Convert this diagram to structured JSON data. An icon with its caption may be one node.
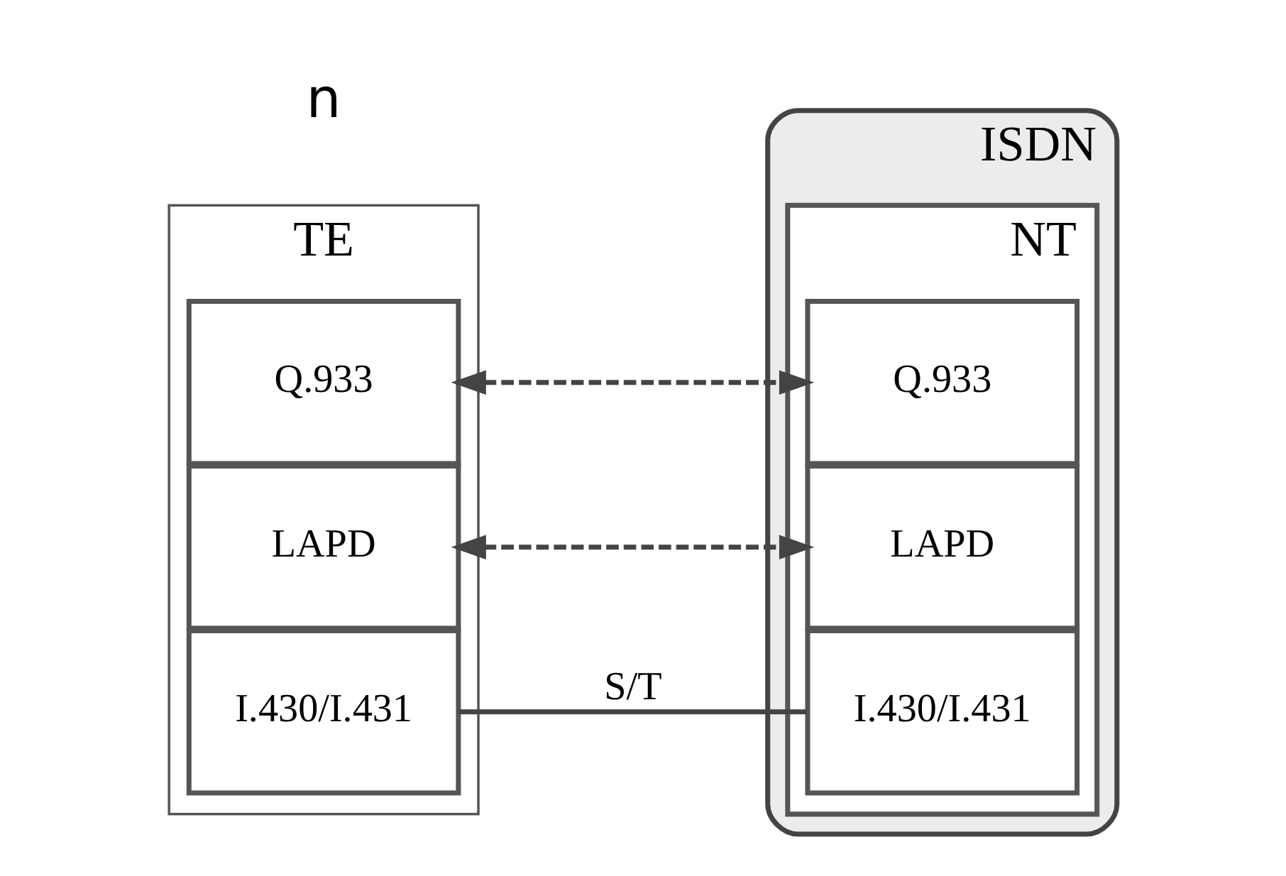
{
  "diagram": {
    "nodes": [
      {
        "text": [
          "TE"
        ]
      },
      {
        "text": [
          "Q.933"
        ],
        "in": 0
      },
      {
        "text": [
          "LAPD"
        ],
        "in": 0
      },
      {
        "text": [
          "I.430/I.431"
        ],
        "in": 0
      },
      {
        "text": [
          "ISDN"
        ]
      },
      {
        "text": [
          "NT"
        ],
        "in": 4
      },
      {
        "text": [
          "Q.933"
        ],
        "in": 5
      },
      {
        "text": [
          "LAPD"
        ],
        "in": 5
      },
      {
        "text": [
          "I.430/I.431"
        ],
        "in": 5
      }
    ],
    "edges": [
      {
        "from": 1,
        "to": 6,
        "arrow": "both",
        "style": "dashed"
      },
      {
        "from": 2,
        "to": 7,
        "arrow": "both",
        "style": "dashed"
      },
      {
        "from": 3,
        "to": 8,
        "arrow": "none",
        "label": "S/T"
      }
    ],
    "labels": [
      "n"
    ]
  }
}
